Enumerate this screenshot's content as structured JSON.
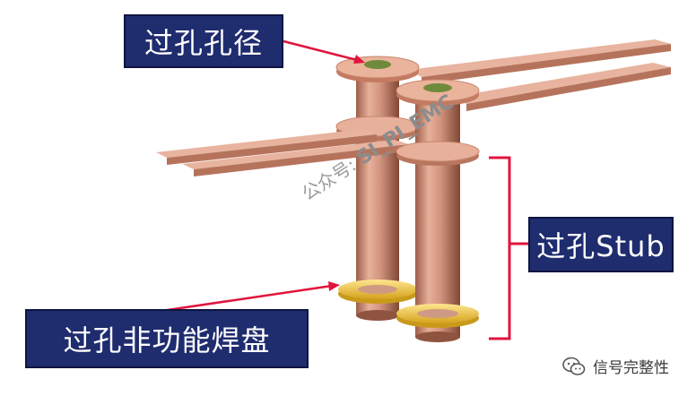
{
  "labels": {
    "via_diameter": "过孔孔径",
    "via_stub": "过孔Stub",
    "non_functional_pad": "过孔非功能焊盘"
  },
  "watermark": {
    "prefix": "公众号:",
    "name": "SI_PI_EMC"
  },
  "footer": {
    "account": "信号完整性",
    "icon": "wechat-icon"
  },
  "colors": {
    "label_bg": "#1f2c6e",
    "arrow": "#e0143c",
    "copper": "#d6977e",
    "drill": "#6e8a3a",
    "nfp_pad": "#e8c33a"
  }
}
